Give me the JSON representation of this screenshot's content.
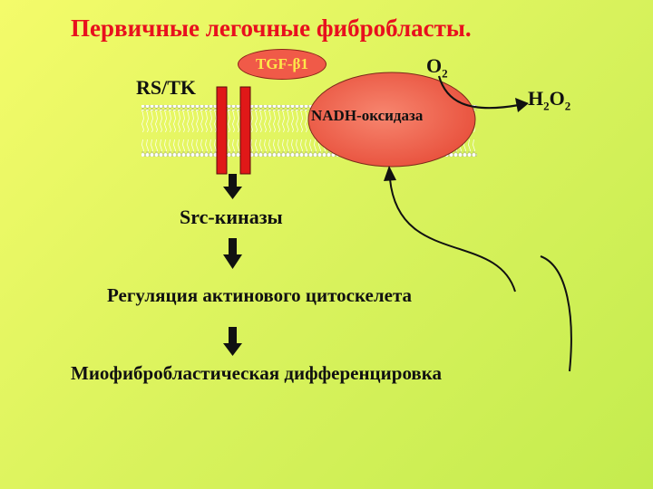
{
  "title": "Первичные легочные фибробласты.",
  "receptor_label": "RS/TK",
  "ligand_label": "TGF-β1",
  "enzyme_label": "NADH-оксидаза",
  "o2_label": "O",
  "o2_sub": "2",
  "h2o2_h": "H",
  "h2o2_sub1": "2",
  "h2o2_o": "O",
  "h2o2_sub2": "2",
  "steps": {
    "src": "Src-киназы",
    "regulation": "Регуляция актинового цитоскелета",
    "myofibro": "Миофибробластическая дифференцировка"
  },
  "colors": {
    "background": "#e2f55f",
    "title": "#e8101e",
    "receptor": "#e01818",
    "enzyme": "#f05a48",
    "membrane": "#ffffff"
  }
}
